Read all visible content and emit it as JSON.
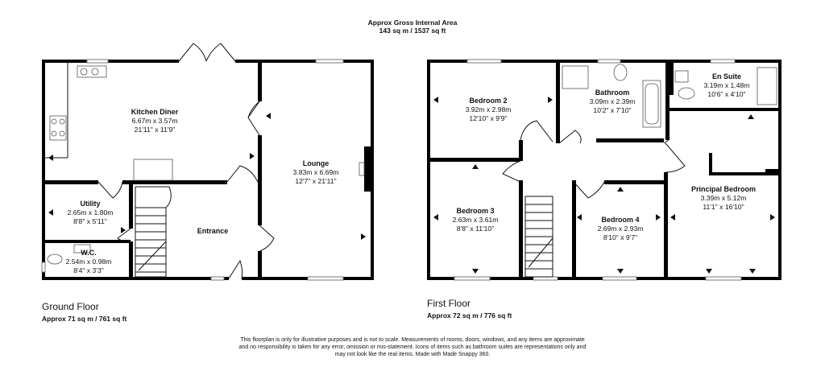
{
  "header": {
    "title": "Approx Gross Internal Area",
    "area": "143 sq m / 1537 sq ft"
  },
  "ground": {
    "label": "Ground Floor",
    "area": "Approx 71 sq m / 761 sq ft",
    "rooms": {
      "kitchen": {
        "name": "Kitchen Diner",
        "metric": "6.67m x 3.57m",
        "imperial": "21'11\" x 11'9\""
      },
      "lounge": {
        "name": "Lounge",
        "metric": "3.83m x 6.69m",
        "imperial": "12'7\" x 21'11\""
      },
      "utility": {
        "name": "Utility",
        "metric": "2.65m x 1.80m",
        "imperial": "8'8\" x 5'11\""
      },
      "wc": {
        "name": "W.C.",
        "metric": "2.54m x 0.98m",
        "imperial": "8'4\" x 3'3\""
      },
      "entrance": {
        "name": "Entrance"
      }
    }
  },
  "first": {
    "label": "First Floor",
    "area": "Approx 72 sq m / 776 sq ft",
    "rooms": {
      "bed2": {
        "name": "Bedroom 2",
        "metric": "3.92m x 2.98m",
        "imperial": "12'10\" x 9'9\""
      },
      "bathroom": {
        "name": "Bathroom",
        "metric": "3.09m x 2.39m",
        "imperial": "10'2\" x 7'10\""
      },
      "ensuite": {
        "name": "En Suite",
        "metric": "3.19m x 1.48m",
        "imperial": "10'6\" x 4'10\""
      },
      "bed3": {
        "name": "Bedroom 3",
        "metric": "2.63m x 3.61m",
        "imperial": "8'8\" x 11'10\""
      },
      "bed4": {
        "name": "Bedroom 4",
        "metric": "2.69m x 2.93m",
        "imperial": "8'10\" x 9'7\""
      },
      "principal": {
        "name": "Principal Bedroom",
        "metric": "3.39m x 5.12m",
        "imperial": "11'1\" x 16'10\""
      }
    }
  },
  "disclaimer": {
    "line1": "This floorplan is only for illustrative purposes and is not to scale. Measurements of rooms, doors, windows, and any items are approximate",
    "line2": "and no responsibility is taken for any error, omission or mis-statement. Icons of items such as bathroom suites are representations only and",
    "line3": "may not look like the real items. Made with Made Snappy 360."
  }
}
